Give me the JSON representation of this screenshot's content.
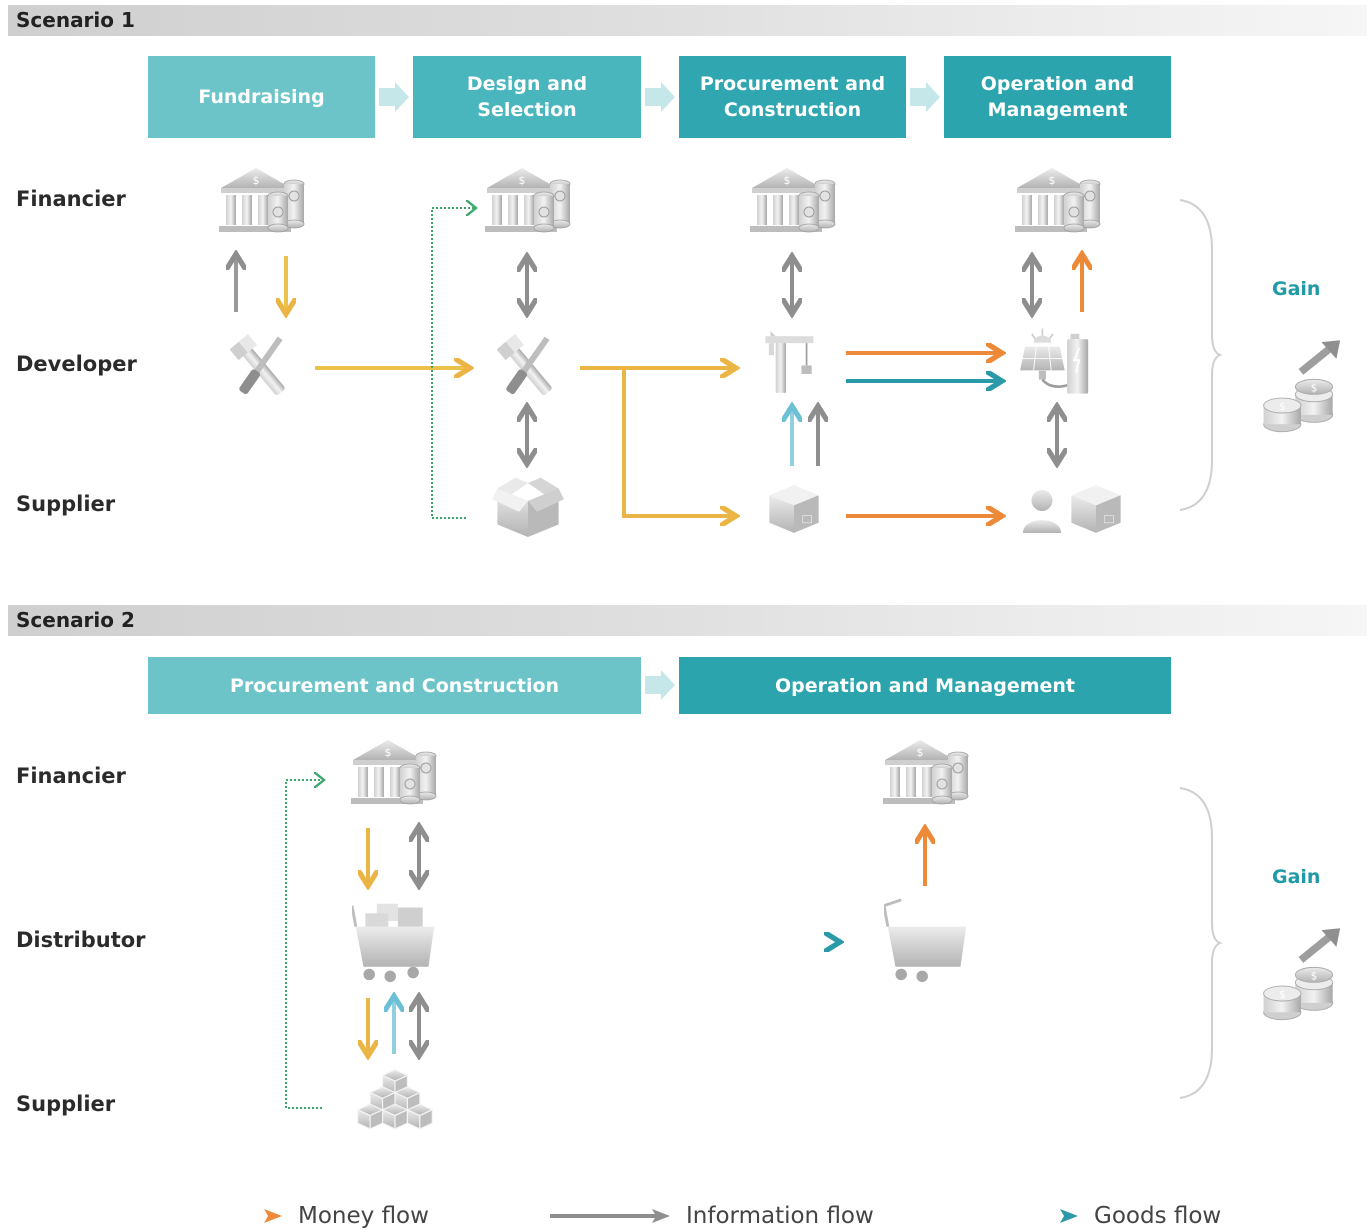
{
  "scenario1": {
    "title": "Scenario 1",
    "phases": [
      "Fundraising",
      "Design and Selection",
      "Procurement and Construction",
      "Operation and Management"
    ],
    "roles": [
      "Financier",
      "Developer",
      "Supplier"
    ],
    "gain": "Gain"
  },
  "scenario2": {
    "title": "Scenario 2",
    "phases": [
      "Procurement and Construction",
      "Operation and Management"
    ],
    "roles": [
      "Financier",
      "Distributor",
      "Supplier"
    ],
    "gain": "Gain"
  },
  "legend": {
    "money": "Money flow",
    "information": "Information flow",
    "goods": "Goods flow"
  },
  "colors": {
    "money_start": "#f0cc4a",
    "money_end": "#ec8a3a",
    "information": "#8e8e8e",
    "goods": "#2a9aa8",
    "goods_light": "#8fcfe0",
    "link_dotted": "#3aa86a",
    "phase_dark": "#2ba4ad",
    "phase_light": "#6cc4c8"
  }
}
